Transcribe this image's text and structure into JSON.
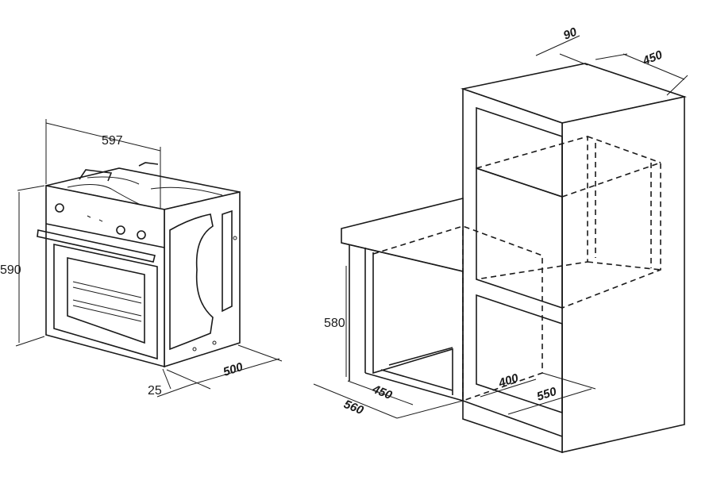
{
  "oven": {
    "width": "597",
    "height": "590",
    "depth": "500",
    "front_overhang": "25"
  },
  "cabinet": {
    "height": "580",
    "outer_depth": "560",
    "inner_depth": "450",
    "tall_inner_depth": "400",
    "tall_outer_depth": "550",
    "top_vent": "90",
    "top_depth": "450"
  },
  "colors": {
    "line": "#1a1a1a",
    "background": "#ffffff"
  }
}
